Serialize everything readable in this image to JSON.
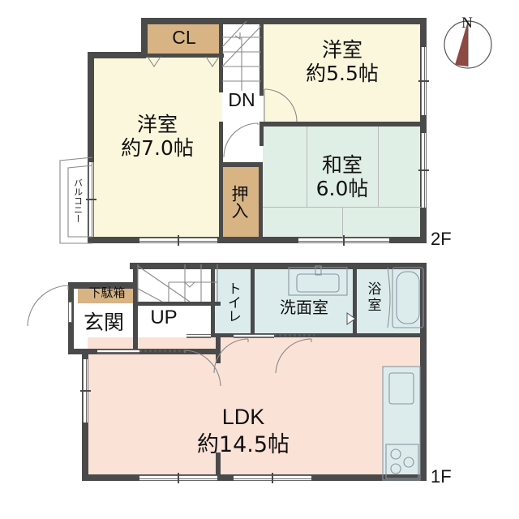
{
  "document": {
    "type": "japanese-floor-plan",
    "compass": {
      "label": "N",
      "needle_color": "#8c4a43",
      "direction": "up"
    },
    "floors": [
      {
        "id": "2F",
        "label": "2F"
      },
      {
        "id": "1F",
        "label": "1F"
      }
    ]
  },
  "floor2": {
    "label": "2F",
    "rooms": [
      {
        "name": "closet-upper",
        "label": "CL",
        "color": "#d8b384"
      },
      {
        "name": "western-room-7",
        "label_line1": "洋室",
        "label_line2": "約7.0帖",
        "color": "#fbf7dd"
      },
      {
        "name": "western-room-5_5",
        "label_line1": "洋室",
        "label_line2": "約5.5帖",
        "color": "#fbf7dd"
      },
      {
        "name": "japanese-room-6",
        "label_line1": "和室",
        "label_line2": "6.0帖",
        "color": "#e0efe6"
      },
      {
        "name": "oshiire-closet",
        "label": "押入",
        "color": "#d8b384"
      },
      {
        "name": "balcony",
        "label": "バルコニー",
        "color": "#ffffff"
      },
      {
        "name": "stairs-down",
        "label": "DN",
        "color": "#ffffff"
      }
    ],
    "stair_label": "DN",
    "closet_label": "CL",
    "oshiire_label": "押入",
    "balcony_label": "バルコニー"
  },
  "floor1": {
    "label": "1F",
    "rooms": [
      {
        "name": "entrance",
        "label": "玄関",
        "color": "#ffffff"
      },
      {
        "name": "shoe-cabinet",
        "label": "下駄箱",
        "color": "#d8b384"
      },
      {
        "name": "stairs-up",
        "label": "UP",
        "color": "#ffffff"
      },
      {
        "name": "toilet",
        "label": "トイレ",
        "color": "#dcecec"
      },
      {
        "name": "washroom",
        "label": "洗面室",
        "color": "#dcecec"
      },
      {
        "name": "bathroom",
        "label_line1": "浴",
        "label_line2": "室",
        "color": "#dcecec"
      },
      {
        "name": "ldk",
        "label_line1": "LDK",
        "label_line2": "約14.5帖",
        "color": "#fbe2d7"
      }
    ],
    "entrance_label": "玄関",
    "shoe_cabinet_label": "下駄箱",
    "stairs_label": "UP",
    "toilet_label": "トイレ",
    "washroom_label": "洗面室",
    "bath_label_1": "浴",
    "bath_label_2": "室",
    "ldk_label": "LDK",
    "ldk_area": "約14.5帖",
    "kitchen_fixtures": [
      "sink",
      "stove-3-burner"
    ],
    "bath_fixtures": [
      "bathtub"
    ],
    "washroom_fixtures": [
      "vanity-sink"
    ]
  },
  "text": {
    "room_western": "洋室",
    "room_japanese": "和室",
    "area_7": "約7.0帖",
    "area_5_5": "約5.5帖",
    "area_6": "6.0帖"
  },
  "colors": {
    "wall": "#4a4a4a",
    "cream": "#fbf7dd",
    "green": "#e0efe6",
    "pink": "#fbe2d7",
    "tan": "#d8b384",
    "blue": "#dcecec",
    "compass": "#8c4a43"
  }
}
